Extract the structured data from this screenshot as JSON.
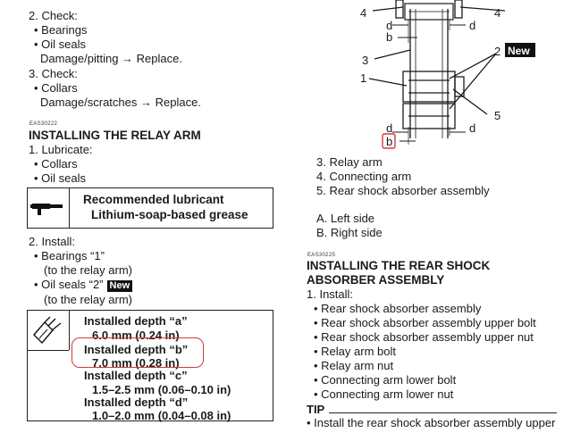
{
  "left": {
    "step2": {
      "label": "2. Check:",
      "items": [
        "• Bearings",
        "• Oil seals"
      ],
      "note": "Damage/pitting → Replace."
    },
    "step3": {
      "label": "3. Check:",
      "items": [
        "• Collars"
      ],
      "note": "Damage/scratches → Replace."
    },
    "relay_section": {
      "code": "EAS30222",
      "title": "INSTALLING THE RELAY ARM",
      "step1": {
        "label": "1. Lubricate:",
        "items": [
          "• Collars",
          "• Oil seals"
        ]
      },
      "lubricant_box": {
        "title": "Recommended lubricant",
        "value": "Lithium-soap-based grease"
      },
      "step2": {
        "label": "2. Install:",
        "bearings": "• Bearings “1”",
        "bearings_note": "(to the relay arm)",
        "seals": "• Oil seals “2”",
        "seals_badge": "New",
        "seals_note": "(to the relay arm)"
      },
      "depth_box": {
        "a_label": "Installed depth “a”",
        "a_value": "6.0 mm (0.24 in)",
        "b_label": "Installed depth “b”",
        "b_value": "7.0 mm (0.28 in)",
        "c_label": "Installed depth “c”",
        "c_value": "1.5–2.5 mm (0.06–0.10 in)",
        "d_label": "Installed depth “d”",
        "d_value": "1.0–2.0 mm (0.04–0.08 in)"
      }
    }
  },
  "right": {
    "diagram": {
      "labels": {
        "n4": "4",
        "n3": "3",
        "n1": "1",
        "n2": "2",
        "n5": "5",
        "d": "d",
        "b": "b",
        "new": "New"
      }
    },
    "legend_numbers": [
      "3. Relay arm",
      "4. Connecting arm",
      "5. Rear shock absorber assembly"
    ],
    "legend_letters": [
      "A. Left side",
      "B. Right side"
    ],
    "rear_section": {
      "code": "EAS30225",
      "title1": "INSTALLING THE REAR SHOCK",
      "title2": "ABSORBER ASSEMBLY",
      "step1": "1. Install:",
      "items": [
        "• Rear shock absorber assembly",
        "• Rear shock absorber assembly upper bolt",
        "• Rear shock absorber assembly upper nut",
        "• Relay arm bolt",
        "• Relay arm nut",
        "• Connecting arm lower bolt",
        "• Connecting arm lower nut"
      ],
      "tip_label": "TIP",
      "tip_text": "• Install the rear shock absorber assembly upper"
    }
  },
  "colors": {
    "ink": "#1a1a1a",
    "annotation_red": "#d23a3a",
    "badge_bg": "#111111"
  },
  "icons": [
    "grease-gun-icon",
    "depth-gauge-icon"
  ]
}
